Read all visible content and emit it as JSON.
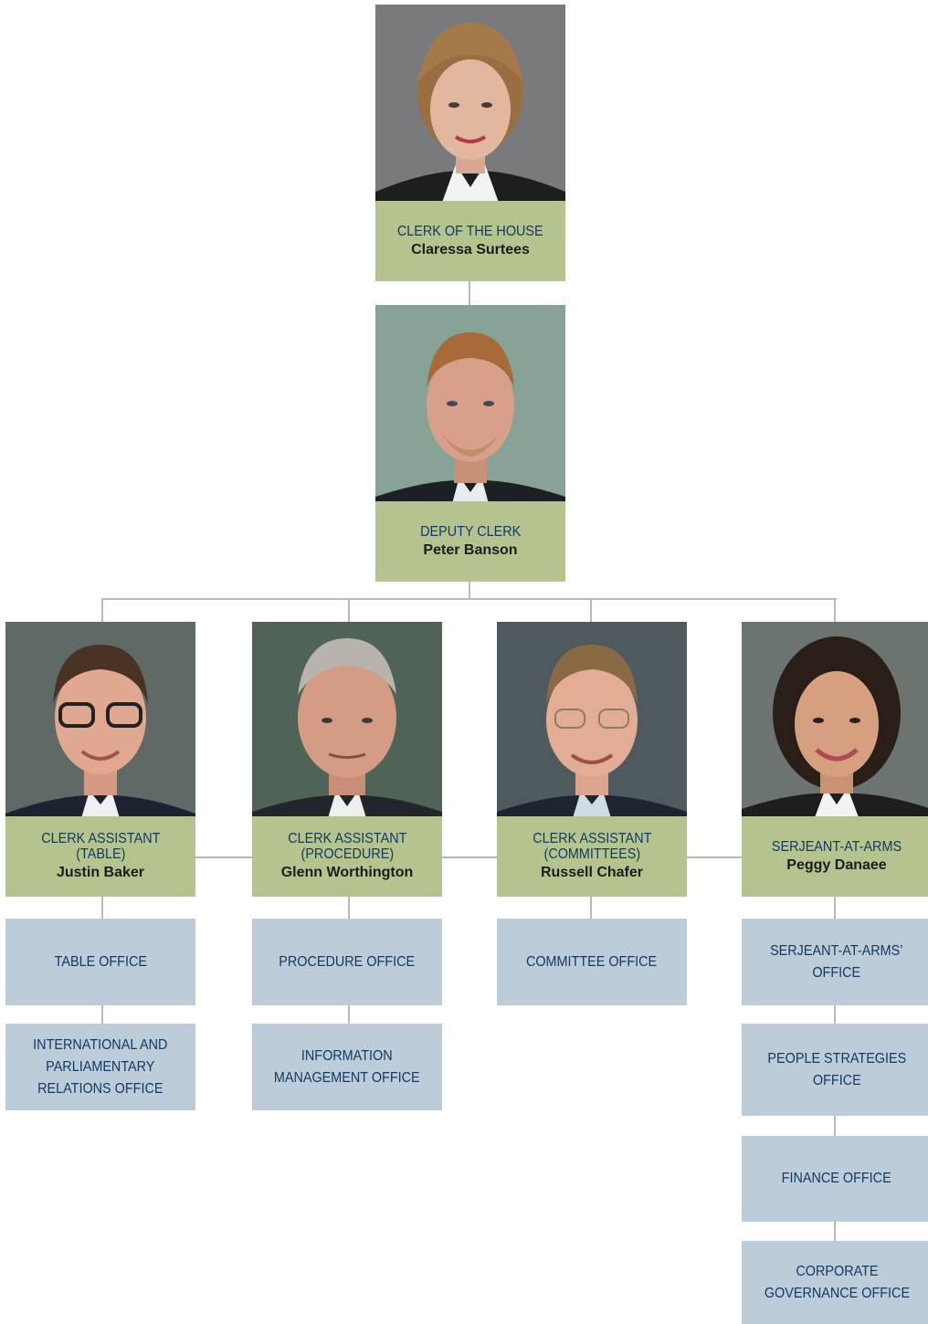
{
  "leaders": [
    {
      "role": "CLERK OF THE HOUSE",
      "name": "Claressa Surtees"
    },
    {
      "role": "DEPUTY CLERK",
      "name": "Peter Banson"
    },
    {
      "role": "CLERK ASSISTANT\n(TABLE)",
      "name": "Justin Baker"
    },
    {
      "role": "CLERK ASSISTANT\n(PROCEDURE)",
      "name": "Glenn Worthington"
    },
    {
      "role": "CLERK ASSISTANT\n(COMMITTEES)",
      "name": "Russell Chafer"
    },
    {
      "role": "SERJEANT-AT-ARMS",
      "name": "Peggy Danaee"
    }
  ],
  "offices": {
    "table": [
      "TABLE OFFICE",
      "INTERNATIONAL AND\nPARLIAMENTARY\nRELATIONS OFFICE"
    ],
    "procedure": [
      "PROCEDURE OFFICE",
      "INFORMATION\nMANAGEMENT OFFICE"
    ],
    "committees": [
      "COMMITTEE OFFICE"
    ],
    "serjeant": [
      "SERJEANT-AT-ARMS’\nOFFICE",
      "PEOPLE STRATEGIES\nOFFICE",
      "FINANCE OFFICE",
      "CORPORATE\nGOVERNANCE OFFICE"
    ]
  },
  "colors": {
    "leader_box": "#b5c48e",
    "office_box": "#bdccd9",
    "role_text": "#123a63",
    "connector": "#b9b9b9"
  }
}
